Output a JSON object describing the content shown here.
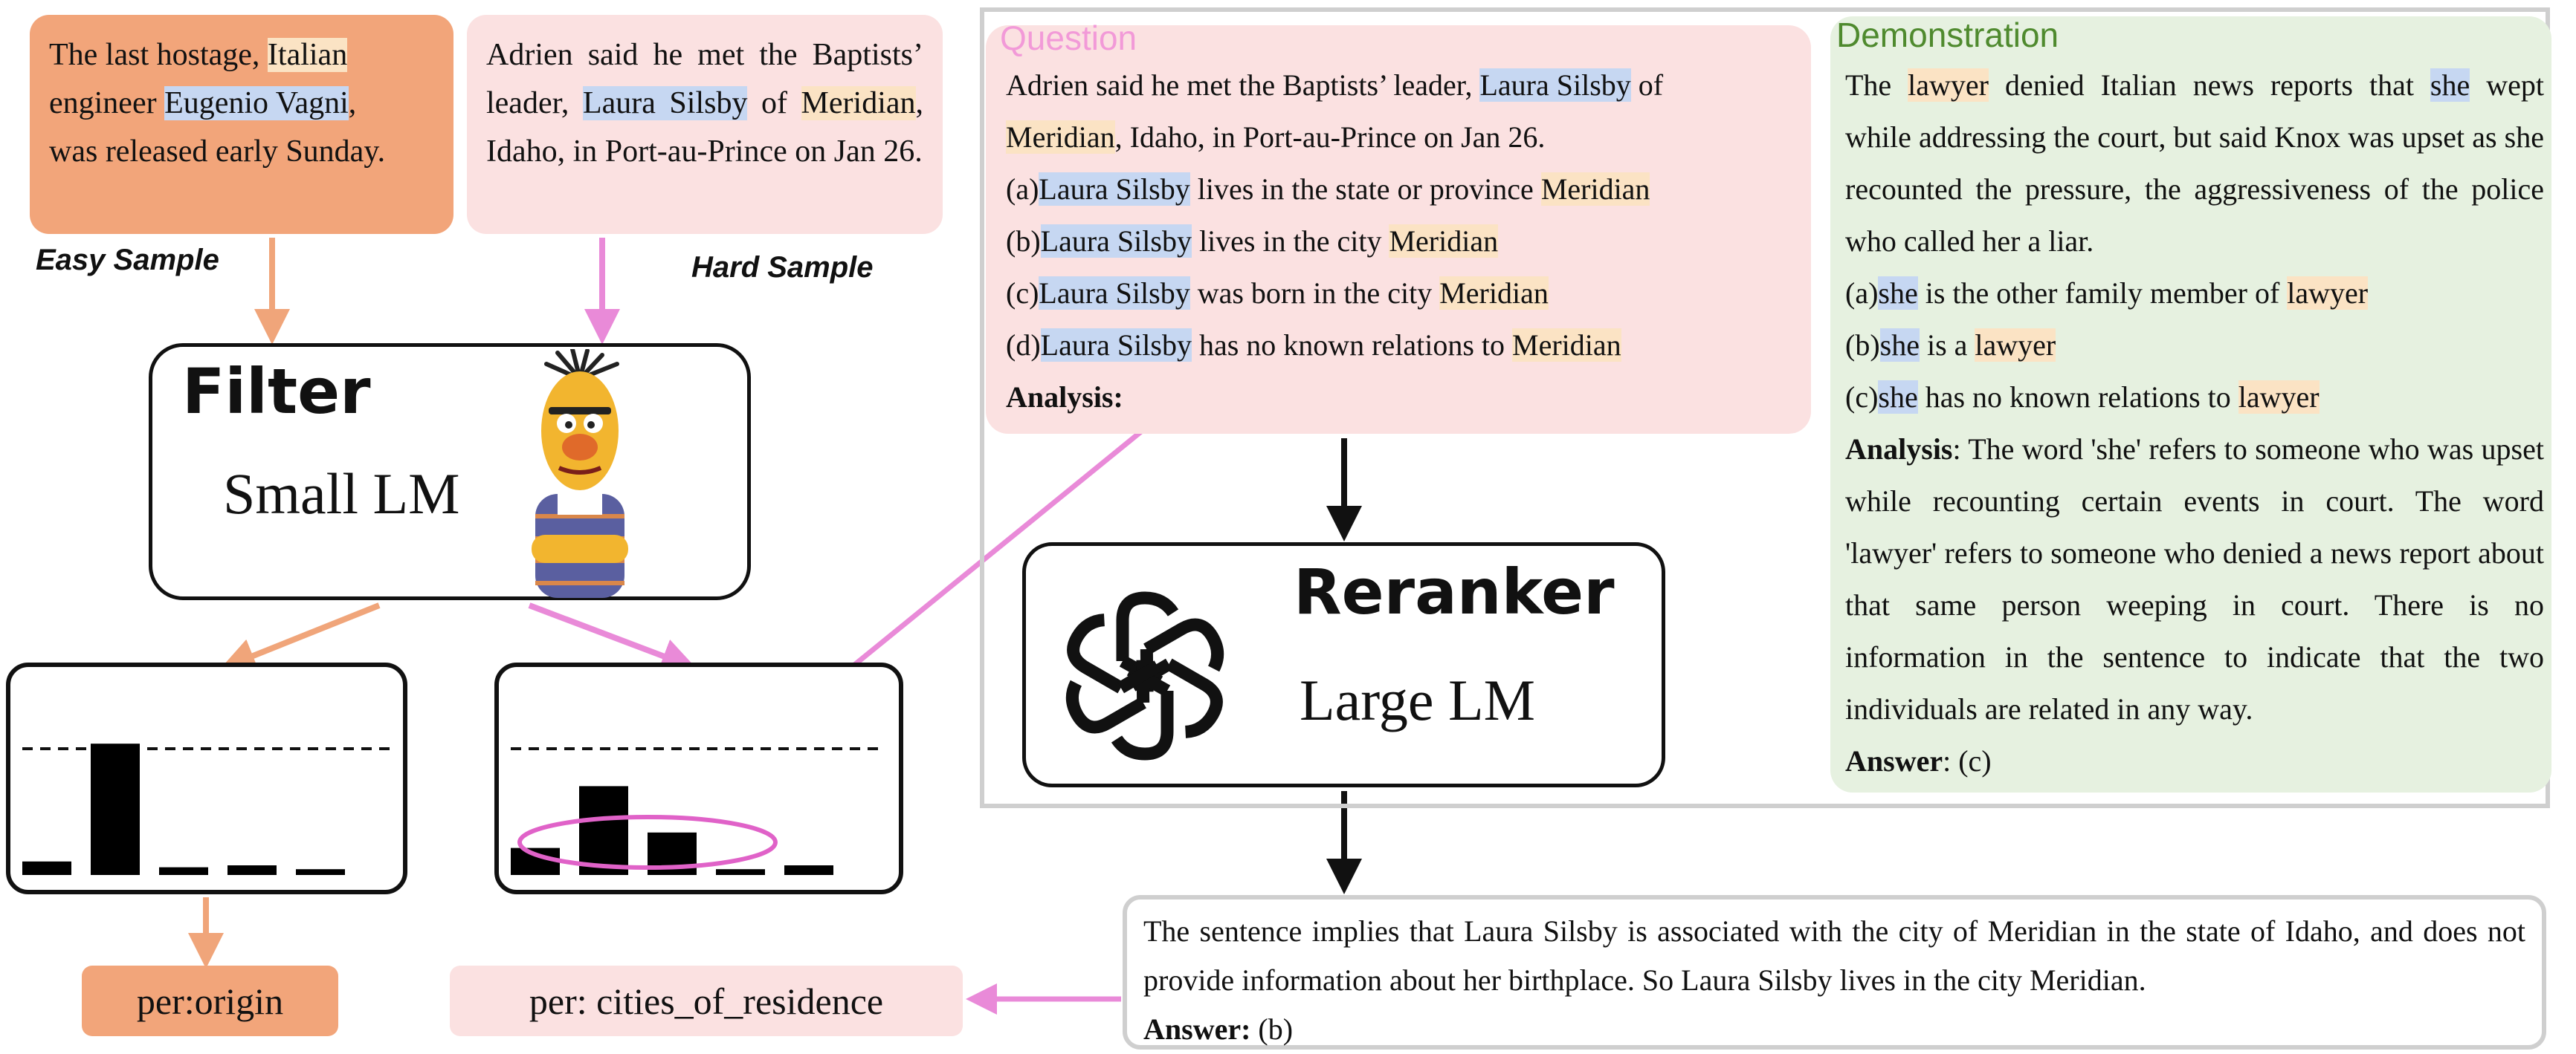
{
  "easy_sample": {
    "line1_a": "The last hostage, ",
    "line1_hl": "Italian",
    "line2_a": "engineer ",
    "line2_hl": "Eugenio Vagni",
    "line2_b": ",",
    "line3": "was released early Sunday.",
    "tag": "Easy Sample"
  },
  "hard_sample": {
    "text_a": "Adrien said he met the Baptists’ leader, ",
    "text_hl1": "Laura Silsby",
    "text_b": " of ",
    "text_hl2": "Meridian",
    "text_c": ", Idaho, in Port-au-Prince on Jan 26.",
    "tag": "Hard Sample"
  },
  "filter": {
    "title": "Filter",
    "subtitle": "Small LM",
    "mascot_icon": "puppet-character-icon"
  },
  "question": {
    "title": "Question",
    "line1_a": "Adrien said he met the Baptists’ leader, ",
    "line1_hl": "Laura Silsby",
    "line1_b": " of",
    "line2_hl": "Meridian",
    "line2_b": ", Idaho, in Port-au-Prince on Jan 26.",
    "options": [
      {
        "prefix": "(a)",
        "subj": "Laura Silsby",
        "rel": " lives in the state or province ",
        "obj": "Meridian"
      },
      {
        "prefix": "(b)",
        "subj": "Laura Silsby",
        "rel": " lives in the city ",
        "obj": "Meridian"
      },
      {
        "prefix": "(c)",
        "subj": "Laura Silsby",
        "rel": " was born in the city ",
        "obj": "Meridian"
      },
      {
        "prefix": "(d)",
        "subj": "Laura Silsby",
        "rel": " has no known relations to ",
        "obj": "Meridian"
      }
    ],
    "analysis_label": "Analysis:"
  },
  "demonstration": {
    "title": "Demonstration",
    "p1_a": "The ",
    "p1_hl1": "lawyer",
    "p1_b": " denied Italian news reports that ",
    "p1_hl2": "she",
    "p1_c": " wept while addressing the court, but said Knox was upset as she recounted the pressure, the aggressiveness of the police who called her a liar.",
    "options": [
      {
        "prefix": "(a)",
        "subj": "she",
        "rel": " is the other family member of ",
        "obj": "lawyer"
      },
      {
        "prefix": "(b)",
        "subj": "she",
        "rel": " is a ",
        "obj": "lawyer"
      },
      {
        "prefix": "(c)",
        "subj": "she",
        "rel": " has no known relations to ",
        "obj": "lawyer"
      }
    ],
    "analysis_label": "Analysis",
    "analysis_text": ": The word 'she' refers to someone who was upset while recounting certain events in court. The word 'lawyer' refers to someone who denied a news report about that same person weeping in court. There is no information in the sentence to indicate that the two individuals are related in any way.",
    "answer_label": "Answer",
    "answer_text": ": (c)"
  },
  "reranker": {
    "title": "Reranker",
    "subtitle": "Large LM",
    "logo_icon": "openai-logo-icon"
  },
  "answer_box": {
    "text": "The sentence implies that Laura Silsby is associated with the city of Meridian in the state of Idaho, and does not provide information about her birthplace. So Laura Silsby lives in the city Meridian.",
    "answer_label": "Answer:",
    "answer_text": " (b)"
  },
  "labels": {
    "easy_result": "per:origin",
    "hard_result": "per: cities_of_residence"
  },
  "histograms": {
    "easy_values": [
      0.07,
      0.68,
      0.04,
      0.05,
      0.03
    ],
    "hard_values": [
      0.14,
      0.46,
      0.22,
      0.03,
      0.05
    ],
    "threshold": 0.56
  },
  "colors": {
    "easy": "#f2a57a",
    "hard": "#fbe1e1",
    "arrow_easy": "#f0a57a",
    "arrow_hard": "#e98ad8",
    "demo_bg": "#e6f1e0",
    "highlight_entity": "#c6d7f2",
    "highlight_object": "#fbe3c4"
  }
}
